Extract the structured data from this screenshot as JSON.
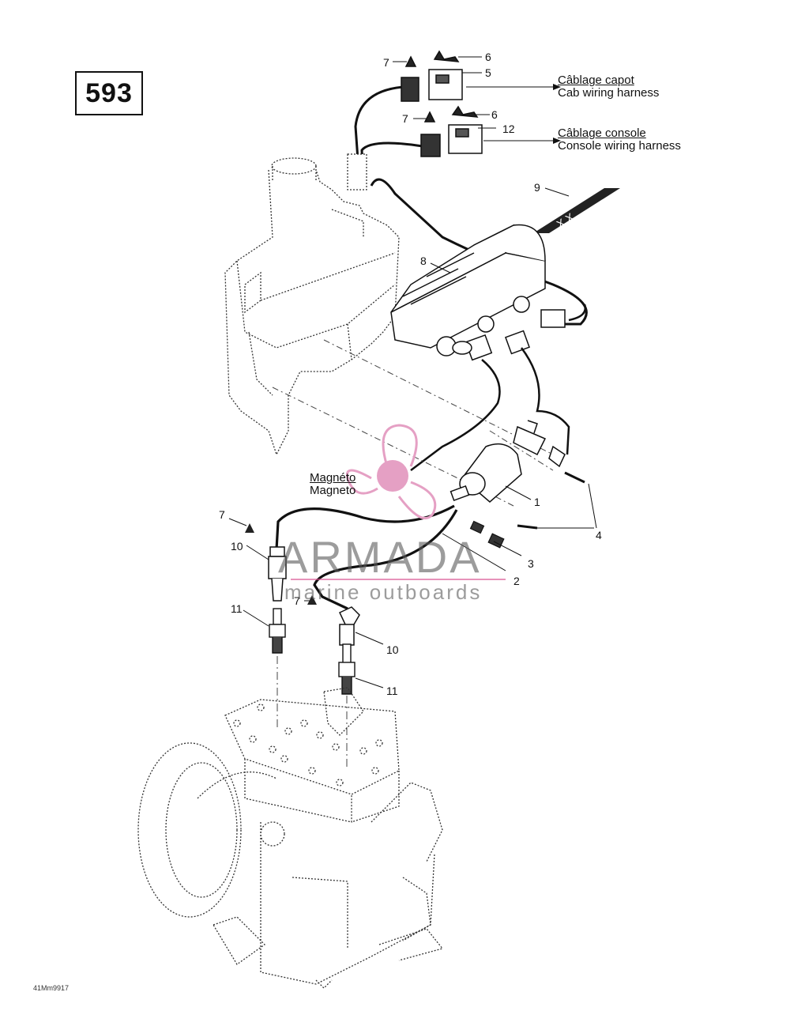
{
  "page_number": "593",
  "figure_code": "41Mm9917",
  "harness_labels": {
    "cab_fr": "Câblage capot",
    "cab_en": "Cab wiring harness",
    "console_fr": "Câblage console",
    "console_en": "Console wiring harness",
    "magneto_fr": "Magnéto",
    "magneto_en": "Magneto"
  },
  "watermark": {
    "name": "ARMADA",
    "tagline": "marine outboards",
    "colors": {
      "pink": "#e5a0c4",
      "gray": "#777777"
    }
  },
  "callouts": [
    {
      "id": "c7a",
      "label": "7"
    },
    {
      "id": "c6a",
      "label": "6"
    },
    {
      "id": "c5",
      "label": "5"
    },
    {
      "id": "c7b",
      "label": "7"
    },
    {
      "id": "c6b",
      "label": "6"
    },
    {
      "id": "c12",
      "label": "12"
    },
    {
      "id": "c9",
      "label": "9"
    },
    {
      "id": "c8",
      "label": "8"
    },
    {
      "id": "c1",
      "label": "1"
    },
    {
      "id": "c4",
      "label": "4"
    },
    {
      "id": "c3",
      "label": "3"
    },
    {
      "id": "c2",
      "label": "2"
    },
    {
      "id": "c7c",
      "label": "7"
    },
    {
      "id": "c10a",
      "label": "10"
    },
    {
      "id": "c11a",
      "label": "11"
    },
    {
      "id": "c7d",
      "label": "7"
    },
    {
      "id": "c10b",
      "label": "10"
    },
    {
      "id": "c11b",
      "label": "11"
    }
  ]
}
